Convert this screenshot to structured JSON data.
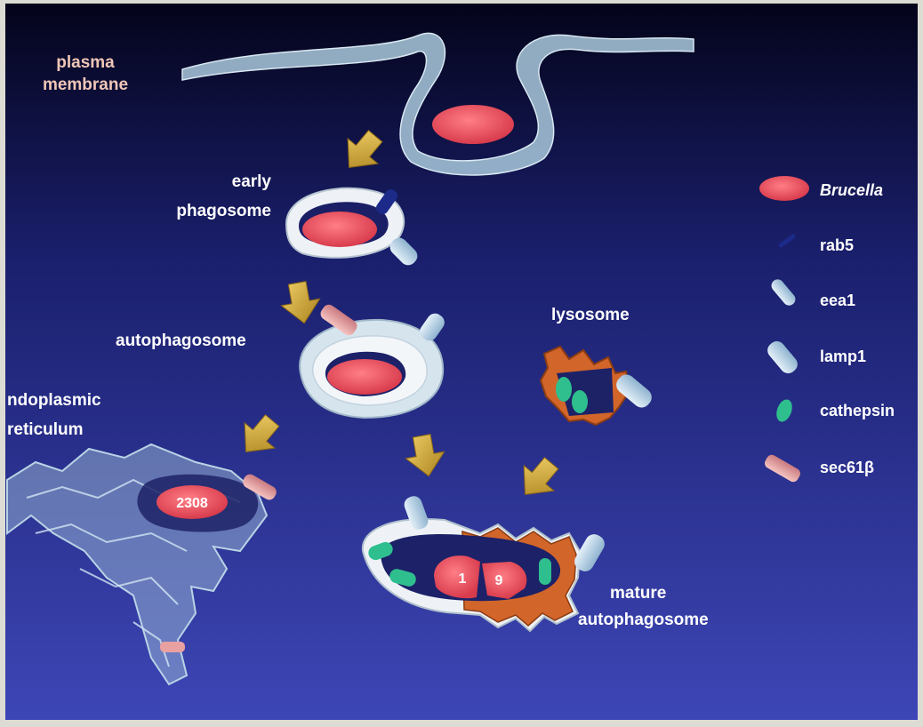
{
  "labels": {
    "plasma_membrane": [
      "plasma",
      "membrane"
    ],
    "early_phagosome": [
      "early",
      "phagosome"
    ],
    "autophagosome": "autophagosome",
    "endoplasmic_reticulum": [
      "ndoplasmic",
      "reticulum"
    ],
    "lysosome": "lysosome",
    "mature_autophagosome": [
      "mature",
      "autophagosome"
    ]
  },
  "strain_labels": {
    "er": "2308",
    "mature_left": "1",
    "mature_right": "9"
  },
  "legend": [
    {
      "label": "Brucella",
      "icon": "brucella-icon",
      "italic": true
    },
    {
      "label": "rab5",
      "icon": "rab5-icon",
      "italic": false
    },
    {
      "label": "eea1",
      "icon": "eea1-icon",
      "italic": false
    },
    {
      "label": "lamp1",
      "icon": "lamp1-icon",
      "italic": false
    },
    {
      "label": "cathepsin",
      "icon": "cathepsin-icon",
      "italic": false
    },
    {
      "label": "sec61β",
      "icon": "sec61b-icon",
      "italic": false
    }
  ],
  "colors": {
    "background_top": "#05051f",
    "background_bottom": "#3a42b0",
    "brucella": "#ee5564",
    "membrane": "#a9c8dc",
    "lysosome": "#d2652a",
    "arrow": "#d9b13a",
    "cathepsin": "#2fbf8e",
    "sec61b": "#e9a0a0",
    "lamp1": "#b7d3e8"
  }
}
